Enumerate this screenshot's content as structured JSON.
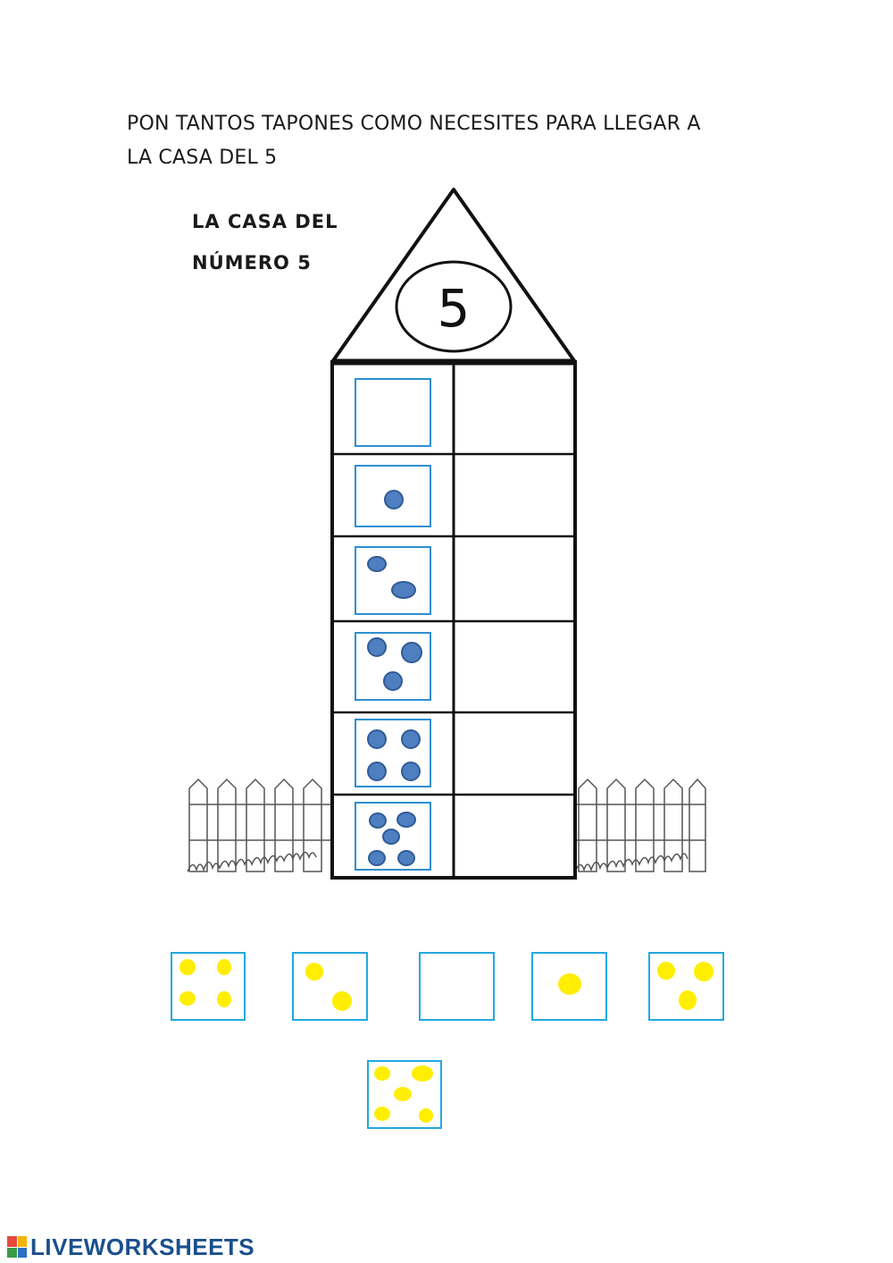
{
  "instruction": {
    "line1": "PON TANTOS TAPONES COMO NECESITES PARA LLEGAR A",
    "line2": "LA CASA DEL 5"
  },
  "house_title": {
    "line1": "LA CASA DEL",
    "line2": "NÚMERO 5"
  },
  "roof_number": "5",
  "house_rows": [
    {
      "left_dots": 0,
      "right_slot": "empty"
    },
    {
      "left_dots": 1,
      "right_slot": "empty"
    },
    {
      "left_dots": 2,
      "right_slot": "empty"
    },
    {
      "left_dots": 3,
      "right_slot": "empty"
    },
    {
      "left_dots": 4,
      "right_slot": "empty"
    },
    {
      "left_dots": 5,
      "right_slot": "empty"
    }
  ],
  "draggable_cards": [
    {
      "dots": 4
    },
    {
      "dots": 2
    },
    {
      "dots": 0
    },
    {
      "dots": 1
    },
    {
      "dots": 3
    },
    {
      "dots": 5
    }
  ],
  "colors": {
    "house_dot": "#4f7fc0",
    "card_dot": "#ffee00",
    "slot_border": "#22a8e0",
    "logo_text": "#1b4f8c"
  },
  "footer": {
    "logo_text": "LIVEWORKSHEETS"
  }
}
